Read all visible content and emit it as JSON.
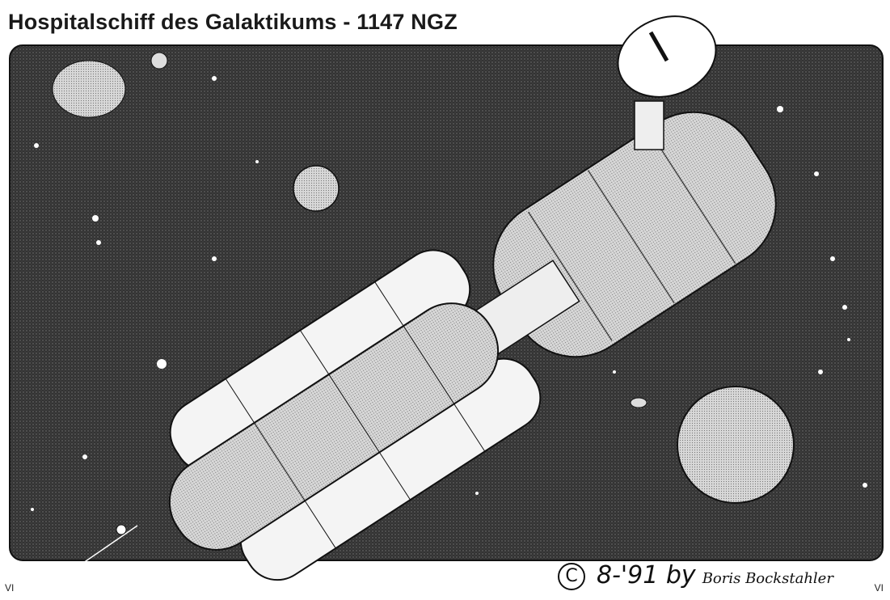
{
  "title": "Hospitalschiff des Galaktikums - 1147 NGZ",
  "signature": {
    "copyright_symbol": "C",
    "date": "8-'91",
    "by": "by",
    "artist": "Boris Bockstahler"
  },
  "page_marks": {
    "left": "VI",
    "right": "VI"
  },
  "colors": {
    "space": "#2b2b2b",
    "hull": "#cfcfcf",
    "ink": "#111111",
    "paper": "#ffffff"
  }
}
